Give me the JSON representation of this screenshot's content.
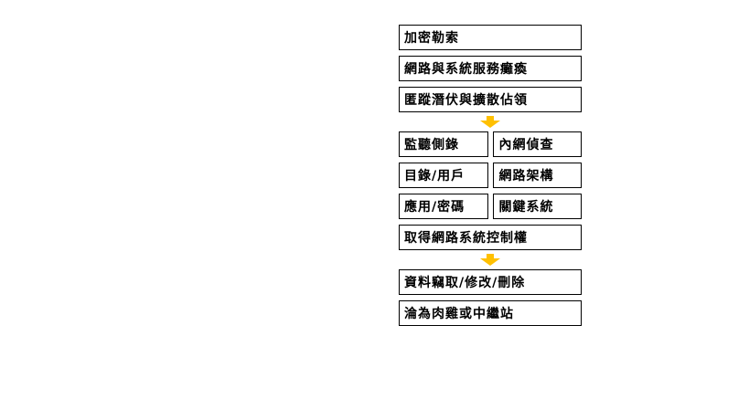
{
  "diagram": {
    "arrow_color": "#FFC000",
    "stage_top": [
      "加密勒索",
      "網路與系統服務癱瘓",
      "匿蹤潛伏與擴散佔領"
    ],
    "recon_grid": [
      [
        "監聽側錄",
        "內網偵查"
      ],
      [
        "目錄/用戶",
        "網路架構"
      ],
      [
        "應用/密碼",
        "關鍵系統"
      ]
    ],
    "control_box": "取得網路系統控制權",
    "stage_bottom": [
      "資料竊取/修改/刪除",
      "淪為肉雞或中繼站"
    ]
  }
}
